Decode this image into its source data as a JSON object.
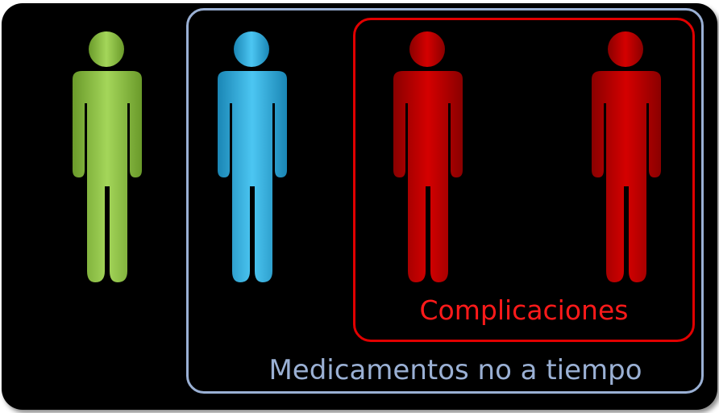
{
  "groups": {
    "outer_label": "Medicamentos no a tiempo",
    "inner_label": "Complicaciones"
  },
  "figures": [
    {
      "name": "green",
      "color": "#8cc63f"
    },
    {
      "name": "blue",
      "color": "#29abe2"
    },
    {
      "name": "red",
      "color": "#c40000"
    },
    {
      "name": "red",
      "color": "#c40000"
    }
  ],
  "colors": {
    "background": "#000000",
    "outer_border": "#9ab0d4",
    "inner_border": "#e10000",
    "inner_text": "#ff1a1a"
  }
}
